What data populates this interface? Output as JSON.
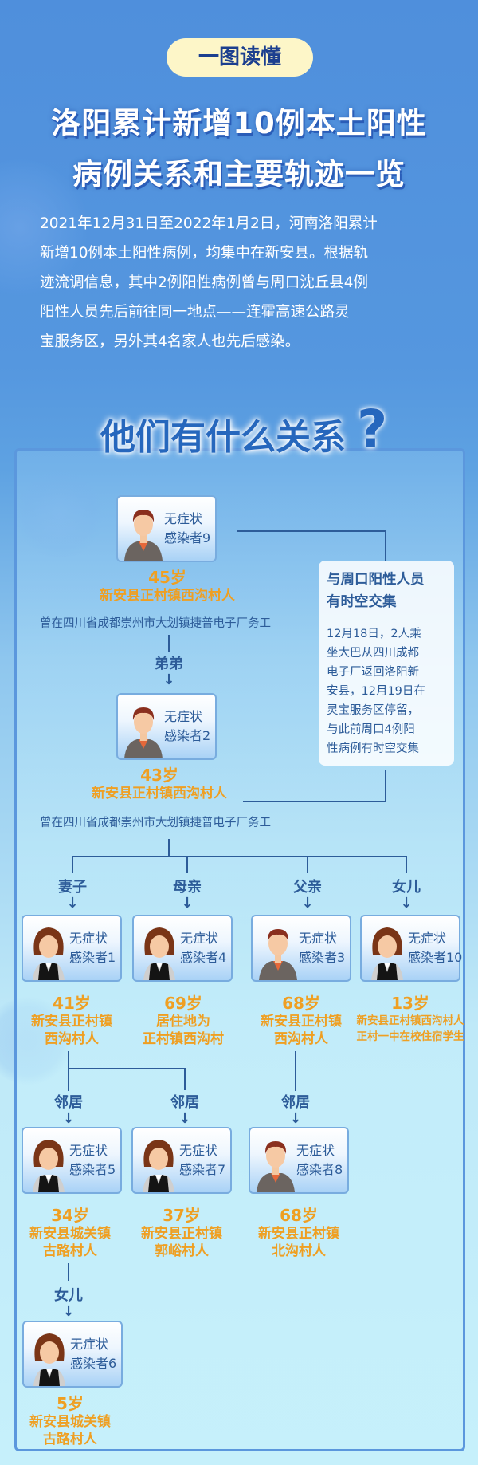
{
  "badge": "一图读懂",
  "title": {
    "line1": "洛阳累计新增10例本土阳性",
    "line2": "病例关系和主要轨迹一览"
  },
  "intro": {
    "lines": [
      "2021年12月31日至2022年1月2日，河南洛阳累计",
      "新增10例本土阳性病例，均集中在新安县。根据轨",
      "迹流调信息，其中2例阳性病例曾与周口沈丘县4例",
      "阳性人员先后前往同一地点——连霍高速公路灵",
      "宝服务区，另外其4名家人也先后感染。"
    ]
  },
  "section_title": {
    "text": "他们有什么关系",
    "mark": "?"
  },
  "side_box": {
    "title_line1": "与周口阳性人员",
    "title_line2": "有时空交集",
    "body": "12月18日，2人乘\n坐大巴从四川成都\n电子厂返回洛阳新\n安县，12月19日在\n灵宝服务区停留，\n与此前周口4例阳\n性病例有时空交集"
  },
  "status_label": "无症状",
  "cases": {
    "c9": {
      "name": "感染者9",
      "gender": "male",
      "age": "45岁",
      "loc1": "新安县正村镇西沟村人",
      "note": "曾在四川省成都崇州市大划镇捷普电子厂务工"
    },
    "c2": {
      "name": "感染者2",
      "gender": "male",
      "age": "43岁",
      "loc1": "新安县正村镇西沟村人",
      "note": "曾在四川省成都崇州市大划镇捷普电子厂务工"
    },
    "c1": {
      "name": "感染者1",
      "gender": "female",
      "age": "41岁",
      "loc1": "新安县正村镇",
      "loc2": "西沟村人"
    },
    "c4": {
      "name": "感染者4",
      "gender": "female",
      "age": "69岁",
      "loc1": "居住地为",
      "loc2": "正村镇西沟村"
    },
    "c3": {
      "name": "感染者3",
      "gender": "male",
      "age": "68岁",
      "loc1": "新安县正村镇",
      "loc2": "西沟村人"
    },
    "c10": {
      "name": "感染者10",
      "gender": "female",
      "age": "13岁",
      "loc1": "新安县正村镇西沟村人",
      "loc2": "正村一中在校住宿学生"
    },
    "c5": {
      "name": "感染者5",
      "gender": "female",
      "age": "34岁",
      "loc1": "新安县城关镇",
      "loc2": "古路村人"
    },
    "c7": {
      "name": "感染者7",
      "gender": "female",
      "age": "37岁",
      "loc1": "新安县正村镇",
      "loc2": "郭峪村人"
    },
    "c8": {
      "name": "感染者8",
      "gender": "male",
      "age": "68岁",
      "loc1": "新安县正村镇",
      "loc2": "北沟村人"
    },
    "c6": {
      "name": "感染者6",
      "gender": "female",
      "age": "5岁",
      "loc1": "新安县城关镇",
      "loc2": "古路村人"
    }
  },
  "relations": {
    "brother": "弟弟",
    "wife": "妻子",
    "mother": "母亲",
    "father": "父亲",
    "daughter": "女儿",
    "neighbor": "邻居",
    "daughter2": "女儿"
  },
  "arrow_glyph": "↓",
  "colors": {
    "background_top": "#4f8fdc",
    "background_bottom": "#c6f0fb",
    "title_text": "#ffffff",
    "badge_bg": "#fdf6c8",
    "badge_text": "#1c3f8f",
    "accent_orange": "#ef9f22",
    "dark_blue": "#2d5c99",
    "section_title_blue": "#2667bd"
  }
}
